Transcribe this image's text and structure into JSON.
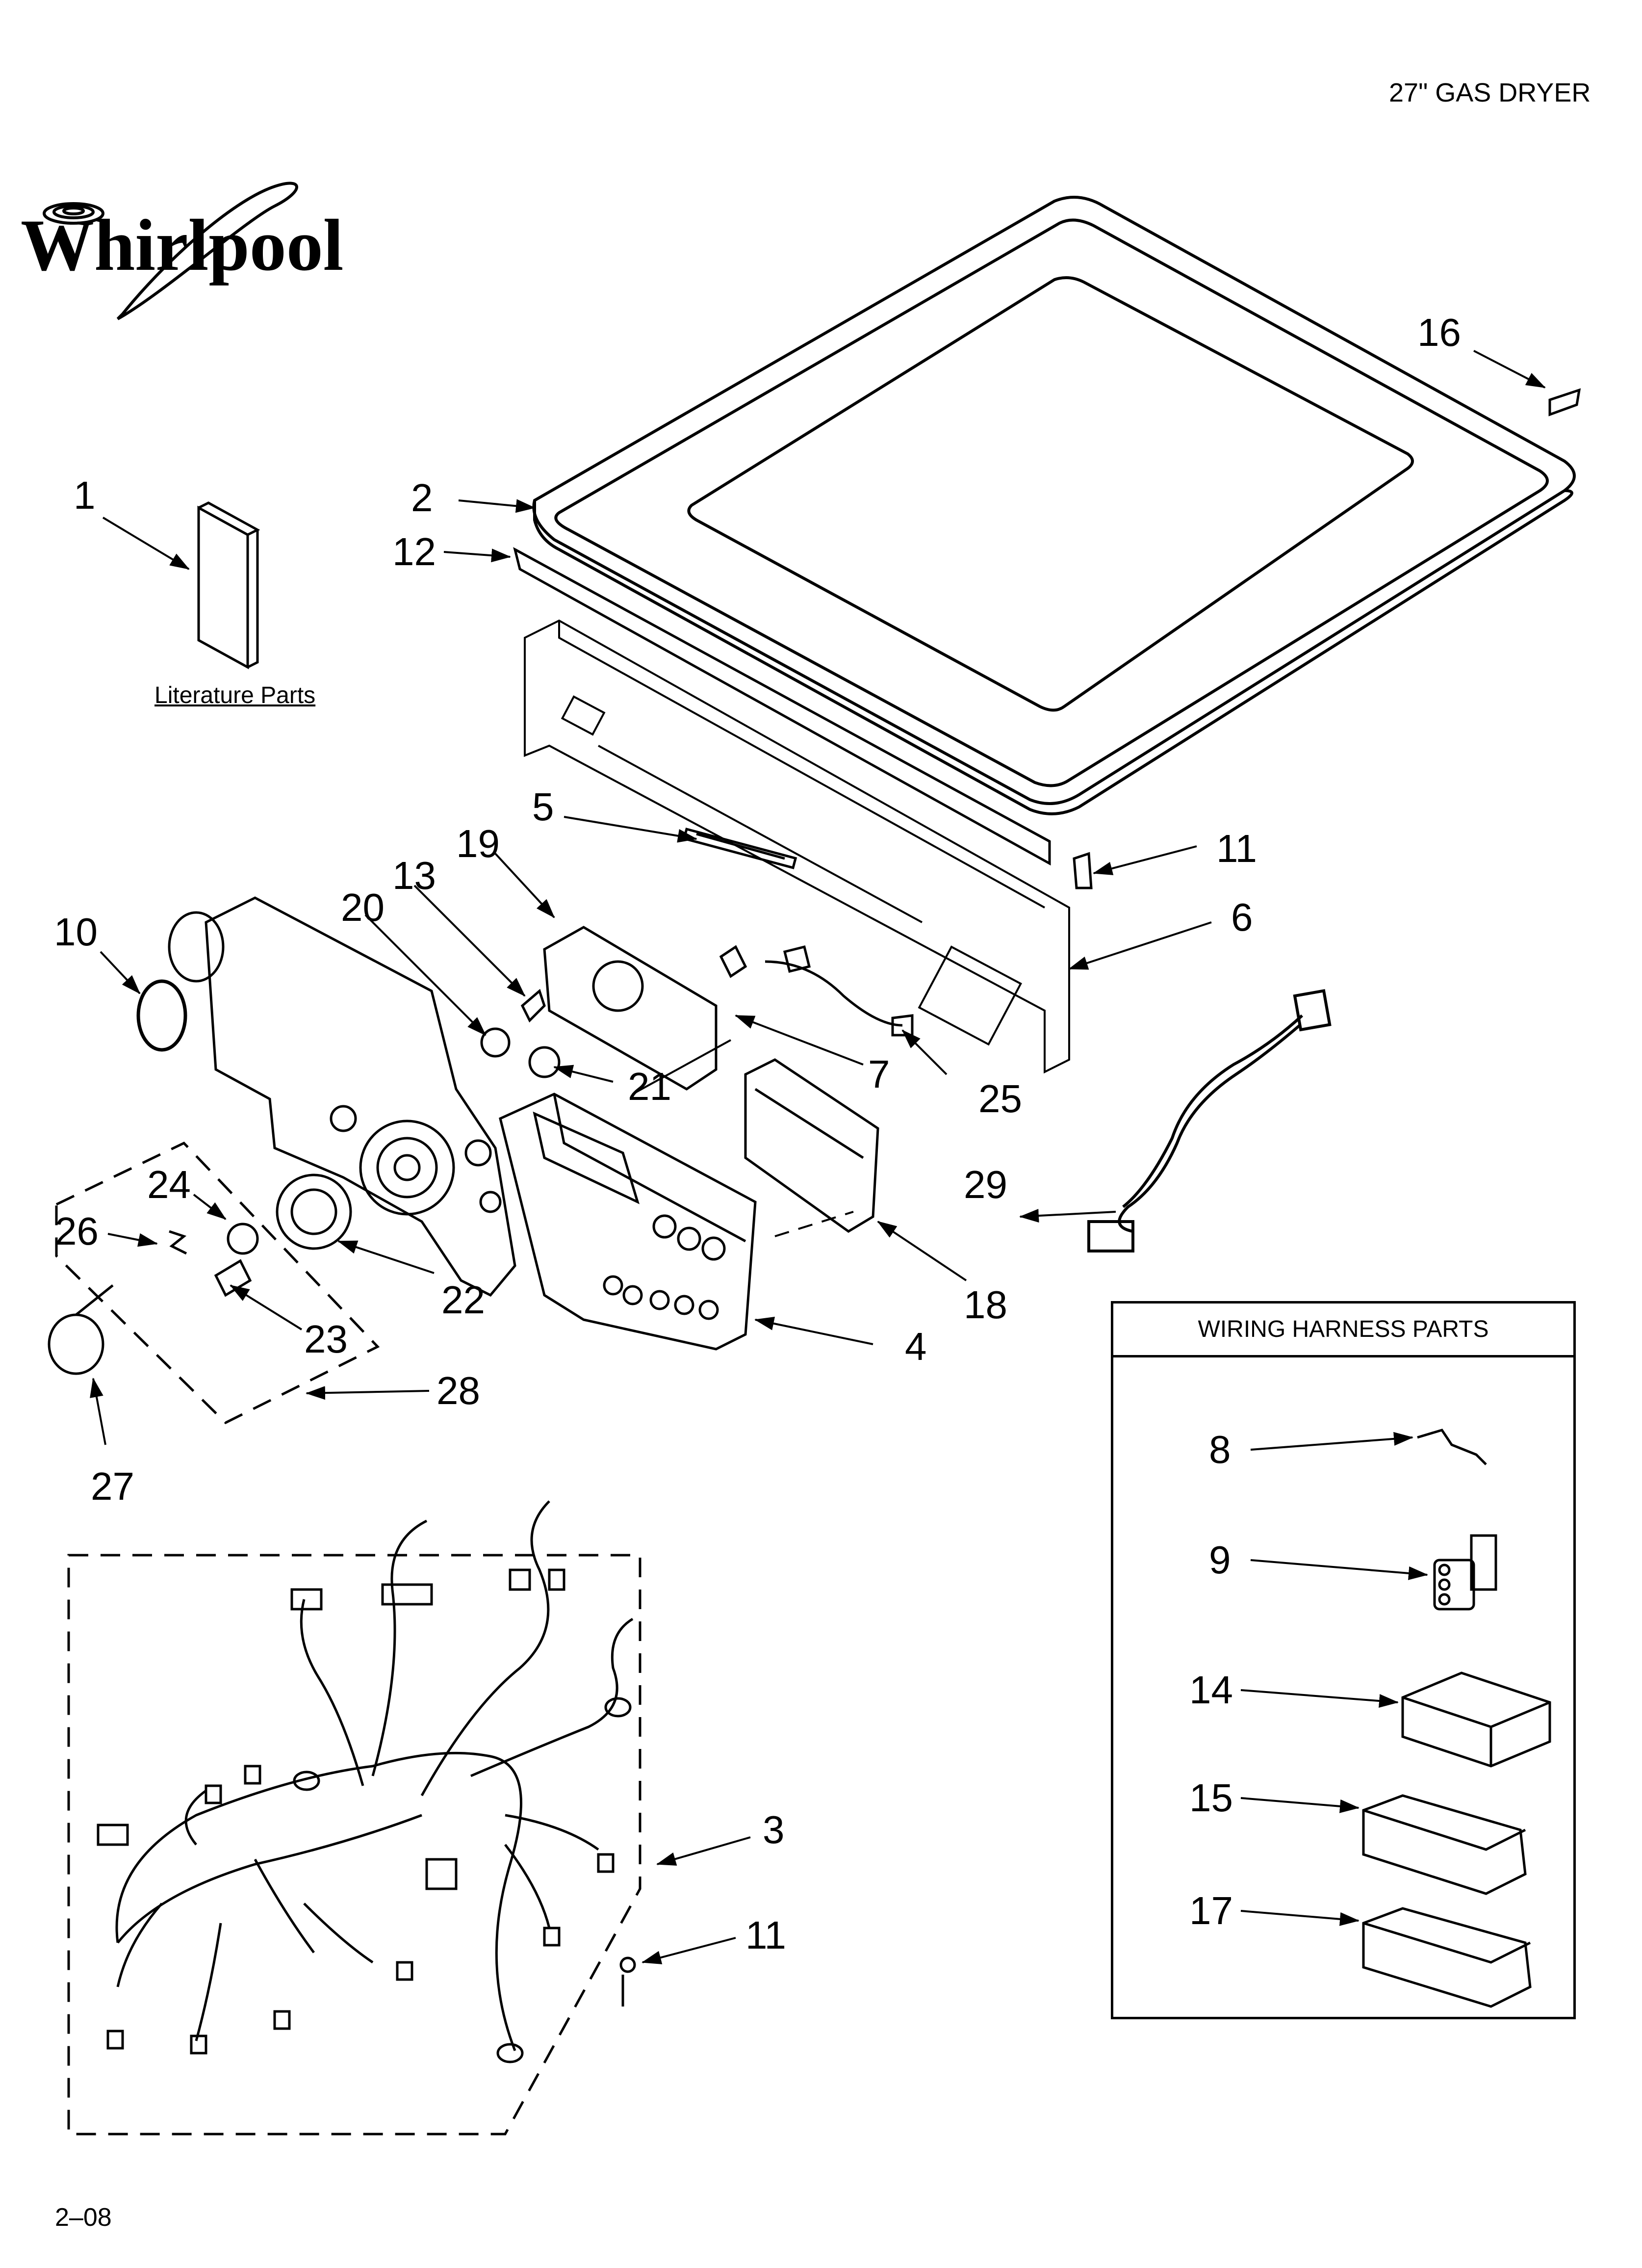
{
  "header": {
    "product": "27\" GAS DRYER",
    "brand": "Whirlpool"
  },
  "literature_caption": "Literature Parts",
  "wiring_box": {
    "title": "WIRING HARNESS PARTS"
  },
  "footer": {
    "code": "2–08"
  },
  "callouts": {
    "c1": "1",
    "c2": "2",
    "c3": "3",
    "c4": "4",
    "c5": "5",
    "c6": "6",
    "c7": "7",
    "c8": "8",
    "c9": "9",
    "c10": "10",
    "c11a": "11",
    "c11b": "11",
    "c12": "12",
    "c13": "13",
    "c14": "14",
    "c15": "15",
    "c16": "16",
    "c17": "17",
    "c18": "18",
    "c19": "19",
    "c20": "20",
    "c21": "21",
    "c22": "22",
    "c23": "23",
    "c24": "24",
    "c25": "25",
    "c26": "26",
    "c27": "27",
    "c28": "28",
    "c29": "29"
  }
}
